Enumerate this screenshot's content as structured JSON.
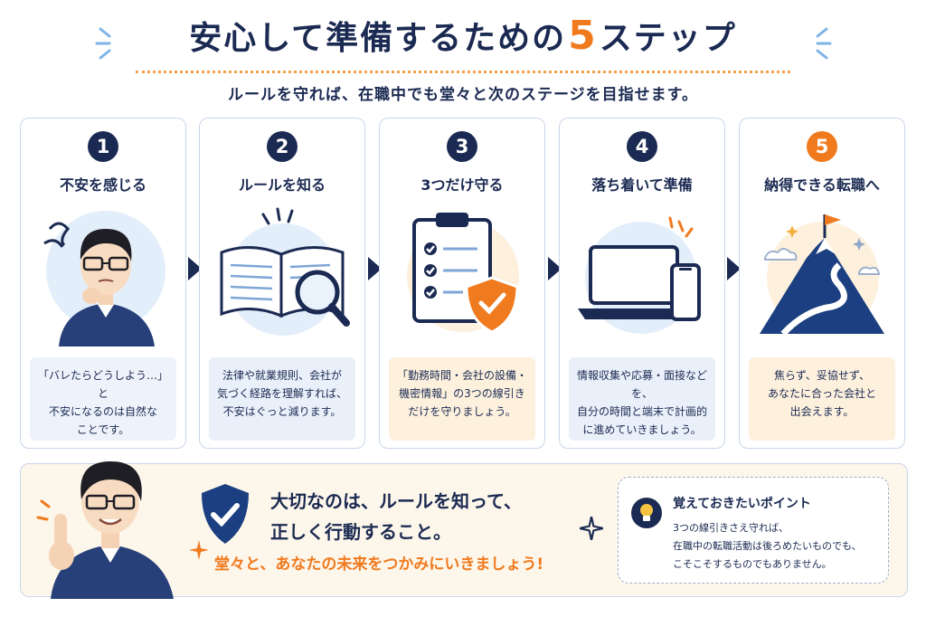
{
  "header": {
    "title_before": "安心して準備するための",
    "title_number": "5",
    "title_after": "ステップ",
    "subtitle": "ルールを守れば、在職中でも堂々と次のステージを目指せます。"
  },
  "steps": [
    {
      "number": "1",
      "title": "不安を感じる",
      "lines": [
        "「バレたらどうしよう…」と",
        "不安になるのは自然な",
        "ことです。"
      ]
    },
    {
      "number": "2",
      "title": "ルールを知る",
      "lines": [
        "法律や就業規則、会社が",
        "気づく経路を理解すれば、",
        "不安はぐっと減ります。"
      ]
    },
    {
      "number": "3",
      "title": "3つだけ守る",
      "lines": [
        "「勤務時間・会社の設備・",
        "機密情報」の3つの線引き",
        "だけを守りましょう。"
      ]
    },
    {
      "number": "4",
      "title": "落ち着いて準備",
      "lines": [
        "情報収集や応募・面接などを、",
        "自分の時間と端末で計画的",
        "に進めていきましょう。"
      ]
    },
    {
      "number": "5",
      "title": "納得できる転職へ",
      "lines": [
        "焦らず、妥協せず、",
        "あなたに合った会社と",
        "出会えます。"
      ]
    }
  ],
  "summary": {
    "line1": "大切なのは、ルールを知って、",
    "line2": "正しく行動すること。",
    "cta": "堂々と、あなたの未来をつかみにいきましょう!",
    "point_title": "覚えておきたいポイント",
    "point_lines": [
      "3つの線引きさえ守れば、",
      "在職中の転職活動は後ろめたいものでも、",
      "こそこそするものでもありません。"
    ]
  },
  "colors": {
    "navy": "#1b2a52",
    "orange": "#f07a1e",
    "card_border": "#c9d6ea",
    "warm_bg": "#fdf6ea"
  },
  "icons": [
    "worried-person-icon",
    "book-magnifier-icon",
    "checklist-shield-icon",
    "laptop-phone-icon",
    "mountain-flag-icon",
    "shield-check-icon",
    "lightbulb-icon",
    "sparkle-icon"
  ]
}
